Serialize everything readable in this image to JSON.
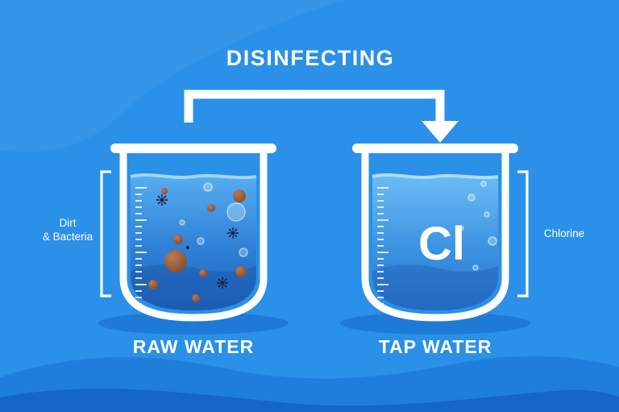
{
  "title": "DISINFECTING",
  "left_beaker": {
    "label": "RAW WATER",
    "annotation": {
      "line1": "Dirt",
      "line2": "& Bacteria"
    }
  },
  "right_beaker": {
    "label": "TAP WATER",
    "annotation": "Chlorine",
    "chemical_symbol": "Cl"
  },
  "colors": {
    "background": "#2a90e8",
    "wave_mid": "#1f7edc",
    "wave_dark": "#1566c6",
    "water_top": "#5cb2f1",
    "water_bottom": "#2066c0",
    "dirt_particle": "#9a5a38",
    "bacteria": "#1a2550",
    "text": "#ffffff"
  }
}
